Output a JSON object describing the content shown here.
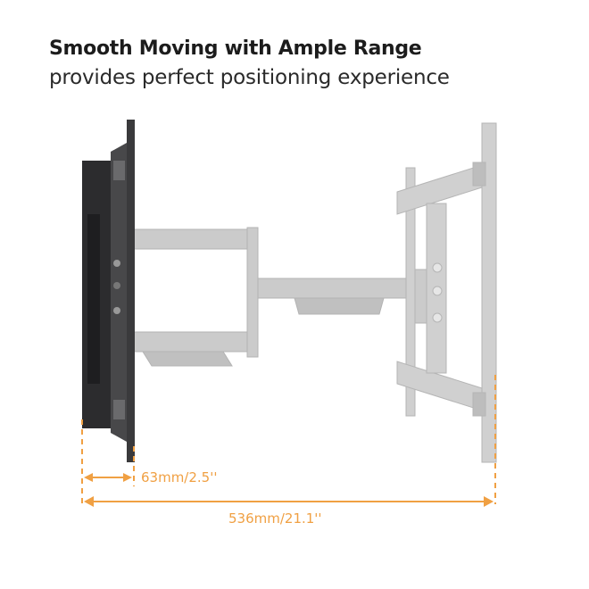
{
  "header": {
    "title": "Smooth Moving with Ample Range",
    "subtitle": "provides perfect positioning experience"
  },
  "dimensions": {
    "min_depth": "63mm/2.5''",
    "max_extension": "536mm/21.1''"
  },
  "colors": {
    "accent": "#f0a043",
    "wall_plate_dark": "#3a3a3c",
    "extended_gray": "#c9c9c9"
  }
}
